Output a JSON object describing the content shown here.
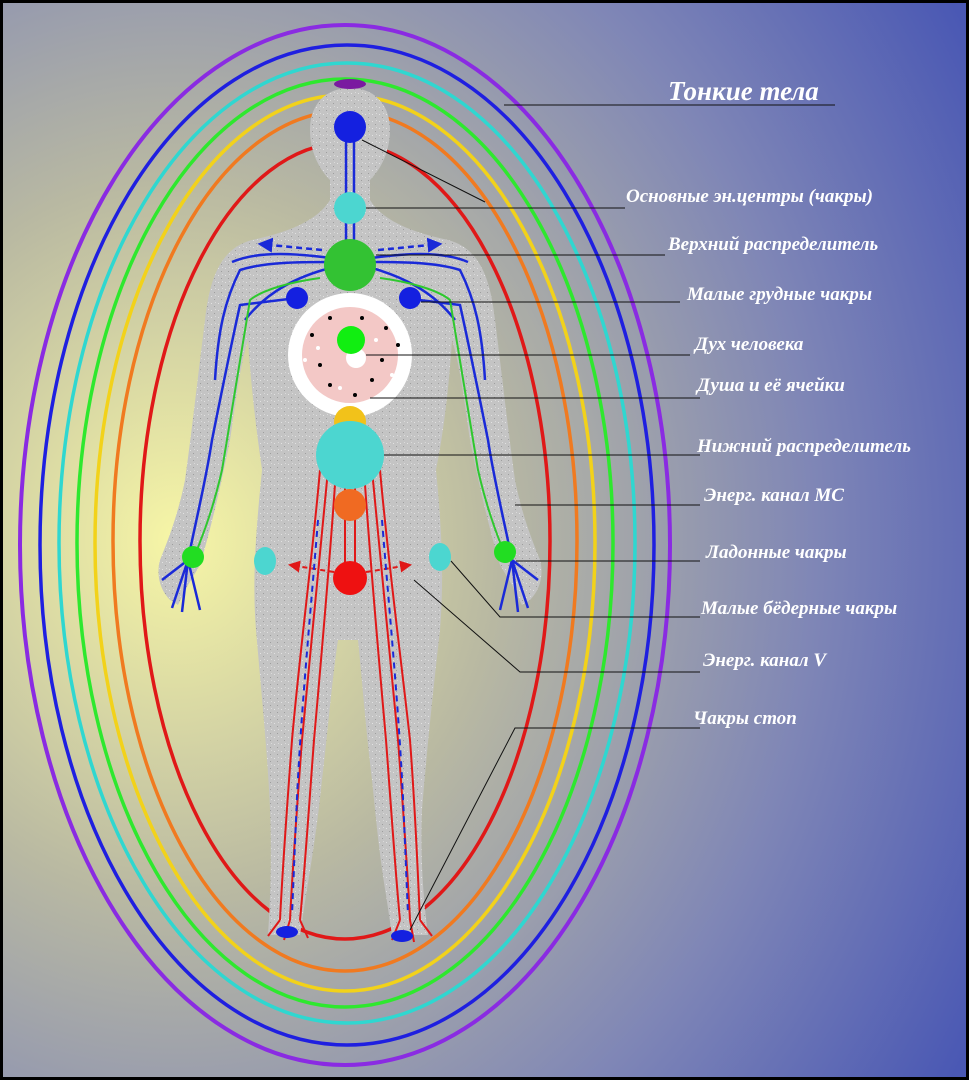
{
  "title": "Тонкие тела",
  "labels": [
    {
      "id": "chakras",
      "text": "Основные эн.центры (чакры)"
    },
    {
      "id": "upper-distributor",
      "text": "Верхний распределитель"
    },
    {
      "id": "small-chest-chakras",
      "text": "Малые грудные чакры"
    },
    {
      "id": "human-spirit",
      "text": "Дух человека"
    },
    {
      "id": "soul-cells",
      "text": "Душа и её ячейки"
    },
    {
      "id": "lower-distributor",
      "text": "Нижний распределитель"
    },
    {
      "id": "energy-channel-ms",
      "text": "Энерг. канал МС"
    },
    {
      "id": "palm-chakras",
      "text": "Ладонные чакры"
    },
    {
      "id": "small-hip-chakras",
      "text": "Малые бёдерные чакры"
    },
    {
      "id": "energy-channel-v",
      "text": "Энерг. канал V"
    },
    {
      "id": "foot-chakras",
      "text": "Чакры стоп"
    }
  ],
  "colors": {
    "aura": [
      "#8a2be2",
      "#1f1fe0",
      "#2fd7d0",
      "#2ee82e",
      "#f2d21a",
      "#f07a20",
      "#e01818"
    ],
    "crown": "#7a1aa0",
    "throat_chakra": "#4cd6d0",
    "heart": "#33c233",
    "small_chest": "#1420e0",
    "spirit": "#11ee11",
    "solar": "#f2c21a",
    "lower_distributor": "#4cd6d0",
    "sacral": "#f06a22",
    "root": "#ee1111",
    "palm": "#22dd22",
    "hip": "#4cd6d0",
    "channel_blue": "#1a2ad8",
    "channel_red": "#e01818"
  }
}
